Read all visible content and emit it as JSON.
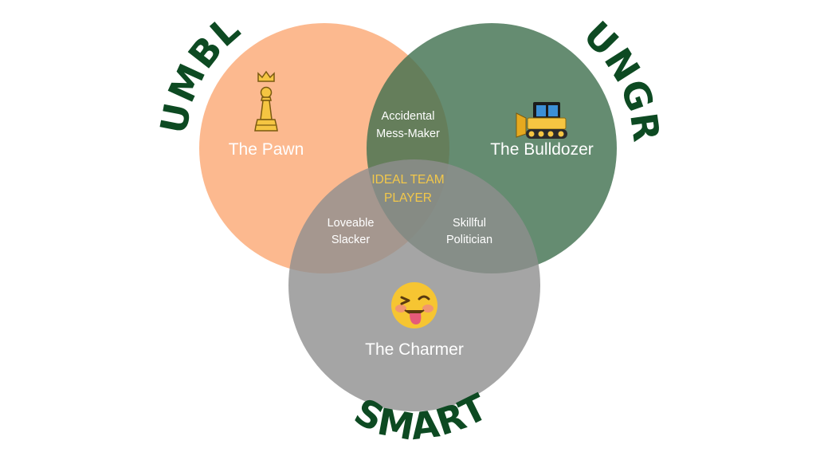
{
  "arcs": {
    "humble": "HUMBLE",
    "hungry": "HUNGRY",
    "smart": "SMART"
  },
  "regions": {
    "humble_only": "The Pawn",
    "hungry_only": "The Bulldozer",
    "smart_only": "The Charmer",
    "humble_hungry": [
      "Accidental",
      "Mess-Maker"
    ],
    "humble_smart": [
      "Loveable",
      "Slacker"
    ],
    "hungry_smart": [
      "Skillful",
      "Politician"
    ],
    "all_three": [
      "IDEAL TEAM",
      "PLAYER"
    ]
  },
  "icons": {
    "humble_only": "chess-pawn-icon",
    "hungry_only": "bulldozer-icon",
    "smart_only": "winking-tongue-face-icon"
  },
  "colors": {
    "humble": "#fcae7d",
    "hungry": "#4b7a59",
    "smart": "#9c9c9c",
    "arc_text": "#0d4a22",
    "center_text": "#f3c84a"
  }
}
